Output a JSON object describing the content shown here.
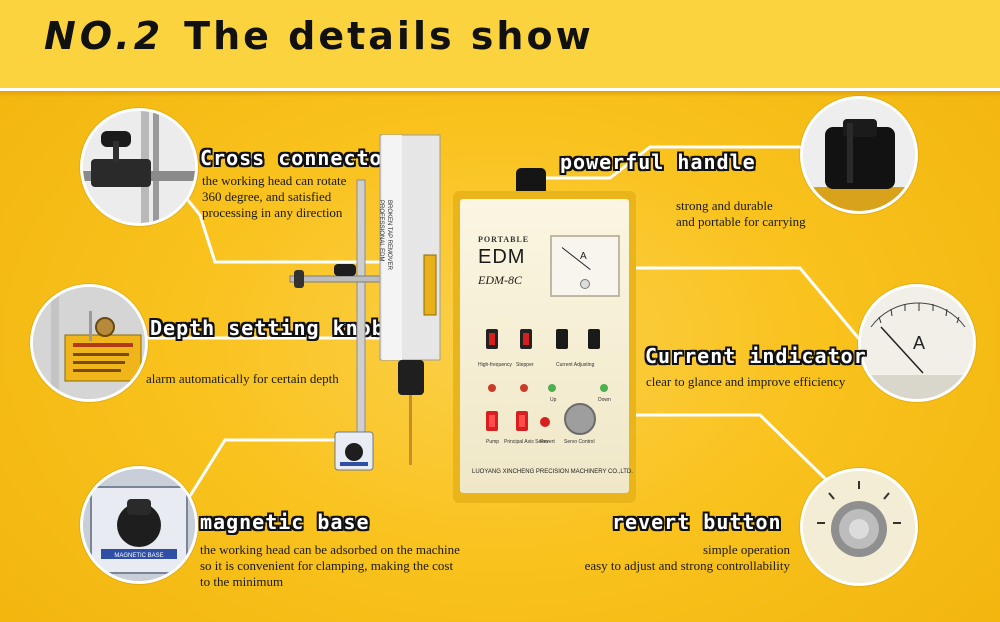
{
  "header": {
    "number": "NO.2",
    "title": "The details show"
  },
  "features": {
    "cross_connectors": {
      "heading": "Cross connectors",
      "lines": [
        "the working head can rotate",
        "360 degree, and satisfied",
        "processing in any direction"
      ]
    },
    "depth_setting": {
      "heading": "Depth setting knob",
      "lines": [
        "alarm automatically for certain depth"
      ]
    },
    "magnetic_base": {
      "heading": "magnetic base",
      "lines": [
        "the working head can be adsorbed on the machine",
        "so it is convenient for clamping, making the cost",
        "to the minimum"
      ]
    },
    "powerful_handle": {
      "heading": "powerful handle",
      "lines": [
        "strong and durable",
        "and portable for carrying"
      ]
    },
    "current_indicator": {
      "heading": "Current indicator",
      "lines": [
        "clear to glance and improve efficiency"
      ]
    },
    "revert_button": {
      "heading": "revert button",
      "lines": [
        "simple operation",
        "easy to adjust and strong controllability"
      ]
    }
  },
  "device": {
    "brand_top": "PORTABLE",
    "name": "EDM",
    "model": "EDM-8C",
    "meter_unit": "A",
    "labels": {
      "high_frequency": "High-frequency",
      "stepper": "Stepper",
      "current_adjusting": "Current Adjusting",
      "up": "Up",
      "down": "Down",
      "pump": "Pump",
      "principal_axis_servo": "Principal Axis Servo",
      "revert": "Revert",
      "servo_control": "Servo Control"
    },
    "manufacturer": "LUOYANG XINCHENG PRECISION MACHINERY CO.,LTD.",
    "head_label": [
      "BROKEN TAP REMOVER",
      "PROFESSIONAL EDM"
    ],
    "base_label": "MAGNETIC BASE"
  },
  "colors": {
    "background": "#f9c21d",
    "accent_white": "#ffffff",
    "heading_outline": "#111111"
  }
}
